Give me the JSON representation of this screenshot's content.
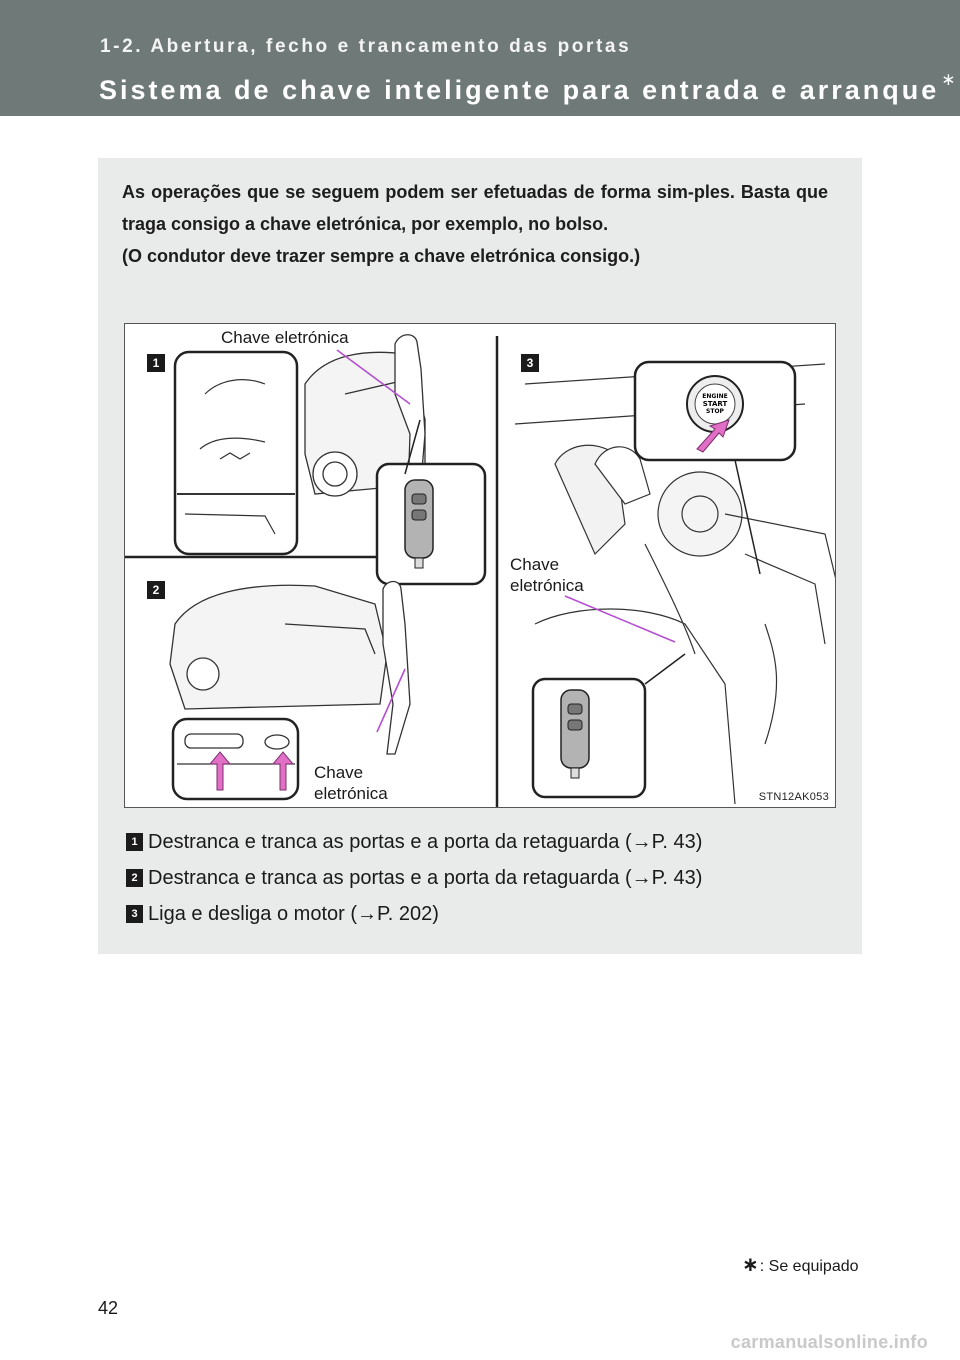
{
  "header": {
    "section": "1-2. Abertura, fecho e trancamento das portas",
    "title": "Sistema de chave inteligente para entrada e arranque",
    "title_mark": "∗"
  },
  "intro": {
    "line1": "As operações que se seguem podem ser efetuadas de forma sim-ples. Basta que traga consigo a chave eletrónica, por exemplo, no bolso.",
    "line2": "(O condutor deve trazer sempre a chave eletrónica consigo.)"
  },
  "illustration": {
    "label_top": "Chave eletrónica",
    "label_right": "Chave eletrónica",
    "label_bottom": "Chave eletrónica",
    "button_text_1": "ENGINE",
    "button_text_2": "START",
    "button_text_3": "STOP",
    "code": "STN12AK053",
    "badges": [
      "1",
      "2",
      "3"
    ]
  },
  "captions": [
    {
      "num": "1",
      "text": "Destranca e tranca as portas e a porta da retaguarda (→P. 43)"
    },
    {
      "num": "2",
      "text": "Destranca e tranca as portas e a porta da retaguarda (→P. 43)"
    },
    {
      "num": "3",
      "text": "Liga e desliga o motor (→P. 202)"
    }
  ],
  "footnote": {
    "mark": "∗",
    "text": ": Se equipado"
  },
  "page_number": "42",
  "watermark": "carmanualsonline.info",
  "colors": {
    "header": "#6f7a78",
    "panel": "#e9eaea",
    "pointer": "#b44fd0",
    "arrow": "#e26fc6"
  }
}
